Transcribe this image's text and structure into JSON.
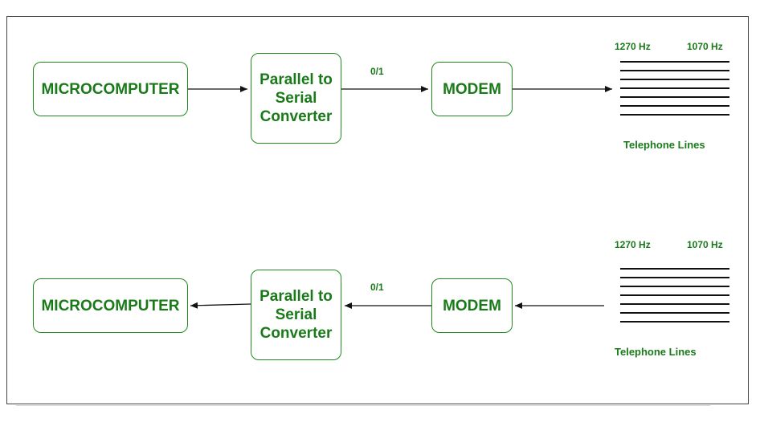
{
  "rows": [
    {
      "microcomputer": "MICROCOMPUTER",
      "converter_lines": [
        "Parallel to",
        "Serial",
        "Converter"
      ],
      "bit_label": "0/1",
      "modem": "MODEM",
      "freq_left": "1270 Hz",
      "freq_right": "1070 Hz",
      "line_label": "Telephone Lines",
      "direction": "to-telephone"
    },
    {
      "microcomputer": "MICROCOMPUTER",
      "converter_lines": [
        "Parallel to",
        "Serial",
        "Converter"
      ],
      "bit_label": "0/1",
      "modem": "MODEM",
      "freq_left": "1270 Hz",
      "freq_right": "1070 Hz",
      "line_label": "Telephone Lines",
      "direction": "from-telephone"
    }
  ],
  "colors": {
    "text": "#1a7a1a",
    "border": "#1f8a1f",
    "arrow": "#111111"
  }
}
